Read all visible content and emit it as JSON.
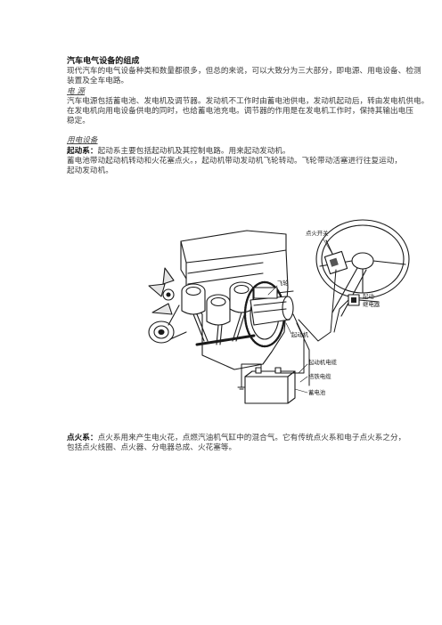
{
  "document": {
    "title": "汽车电气设备的组成",
    "intro_line1": "现代汽车的电气设备种类和数量都很多，但总的来说，可以大致分为三大部分，即电源、用电设备、检测",
    "intro_line2": "装置及全车电路。",
    "power_heading": "电 源",
    "power_line1": "汽车电源包括蓄电池、发电机及调节器。发动机不工作时由蓄电池供电，发动机起动后，转由发电机供电。",
    "power_line2": "在发电机向用电设备供电的同时，也给蓄电池充电。调节器的作用是在发电机工作时，保持其输出电压",
    "power_line3": "稳定。",
    "devices_heading": "用电设备",
    "starting_label": "起动系：",
    "starting_text": "起动系主要包括起动机及其控制电路。用来起动发动机。",
    "starting_line2": "蓄电池带动起动机转动和火花塞点火。，起动机带动发动机飞轮转动。飞轮带动活塞进行往复运动，",
    "starting_line3": "起动发动机。",
    "ignition_label": "点火系：",
    "ignition_text": "点火系用来产生电火花，点燃汽油机气缸中的混合气。它有传统点火系和电子点火系之分，",
    "ignition_line2": "包括点火线圈、点火器、分电器总成、火花塞等。"
  },
  "figure": {
    "labels": {
      "ignition_switch": "点火开关",
      "flywheel": "飞轮",
      "starter_relay_line1": "起动",
      "starter_relay_line2": "继电器",
      "starter_motor": "起动机",
      "starter_cable": "起动机电缆",
      "ground_cable": "搭铁电缆",
      "battery": "蓄电池"
    }
  }
}
